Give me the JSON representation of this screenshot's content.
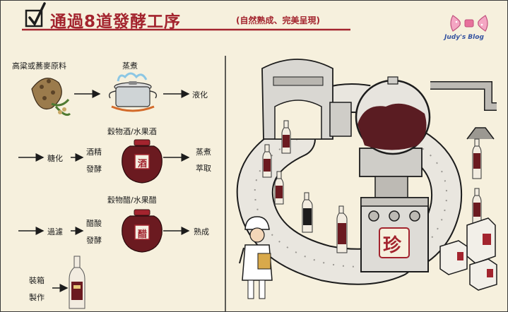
{
  "header": {
    "title": "通過8道發酵工序",
    "subtitle": "(自然熟成、完美呈現)"
  },
  "watermark": "Judy's Blog",
  "steps": {
    "raw_material": "高粱或蕎麥原料",
    "steam": "蒸煮",
    "liquefy": "液化",
    "wine_type": "穀物酒/水果酒",
    "saccharify": "糖化",
    "alcohol_ferment_1": "酒精",
    "alcohol_ferment_2": "發酵",
    "jar1_glyph": "酒",
    "steam_extract_1": "蒸煮",
    "steam_extract_2": "萃取",
    "vinegar_type": "穀物醋/水果醋",
    "filter": "過濾",
    "acetic_ferment_1": "醋酸",
    "acetic_ferment_2": "發酵",
    "jar2_glyph": "醋",
    "mature": "熟成",
    "packing_1": "裝箱",
    "packing_2": "製作"
  },
  "machine_logo": "珍",
  "colors": {
    "accent": "#a3242e",
    "background": "#f6f0dd",
    "ink": "#1c1c1c",
    "conveyor": "#e9e6df",
    "liquid": "#5a1c22"
  }
}
